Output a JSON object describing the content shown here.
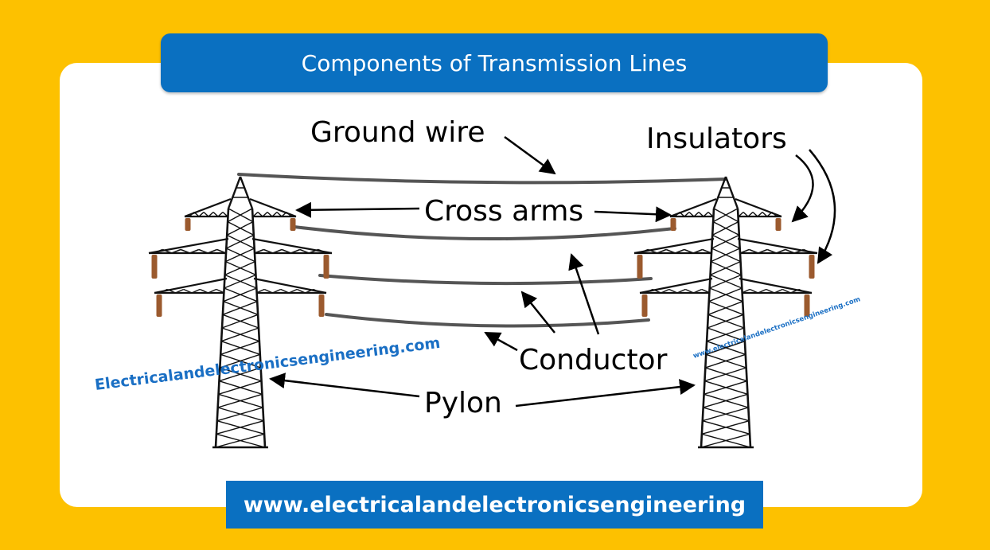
{
  "title": "Components of Transmission Lines",
  "labels": {
    "ground_wire": "Ground wire",
    "insulators": "Insulators",
    "cross_arms": "Cross arms",
    "conductor": "Conductor",
    "pylon": "Pylon"
  },
  "watermarks": {
    "large": "Electricalandelectronicsengineering.com",
    "small": "www.electricalandelectronicsengineering.com"
  },
  "footer": "www.electricalandelectronicsengineering",
  "colors": {
    "background": "#fdc100",
    "card": "#ffffff",
    "banner": "#0a70c1",
    "watermark": "#1a6fc4",
    "insulator": "#9b5a2e"
  }
}
